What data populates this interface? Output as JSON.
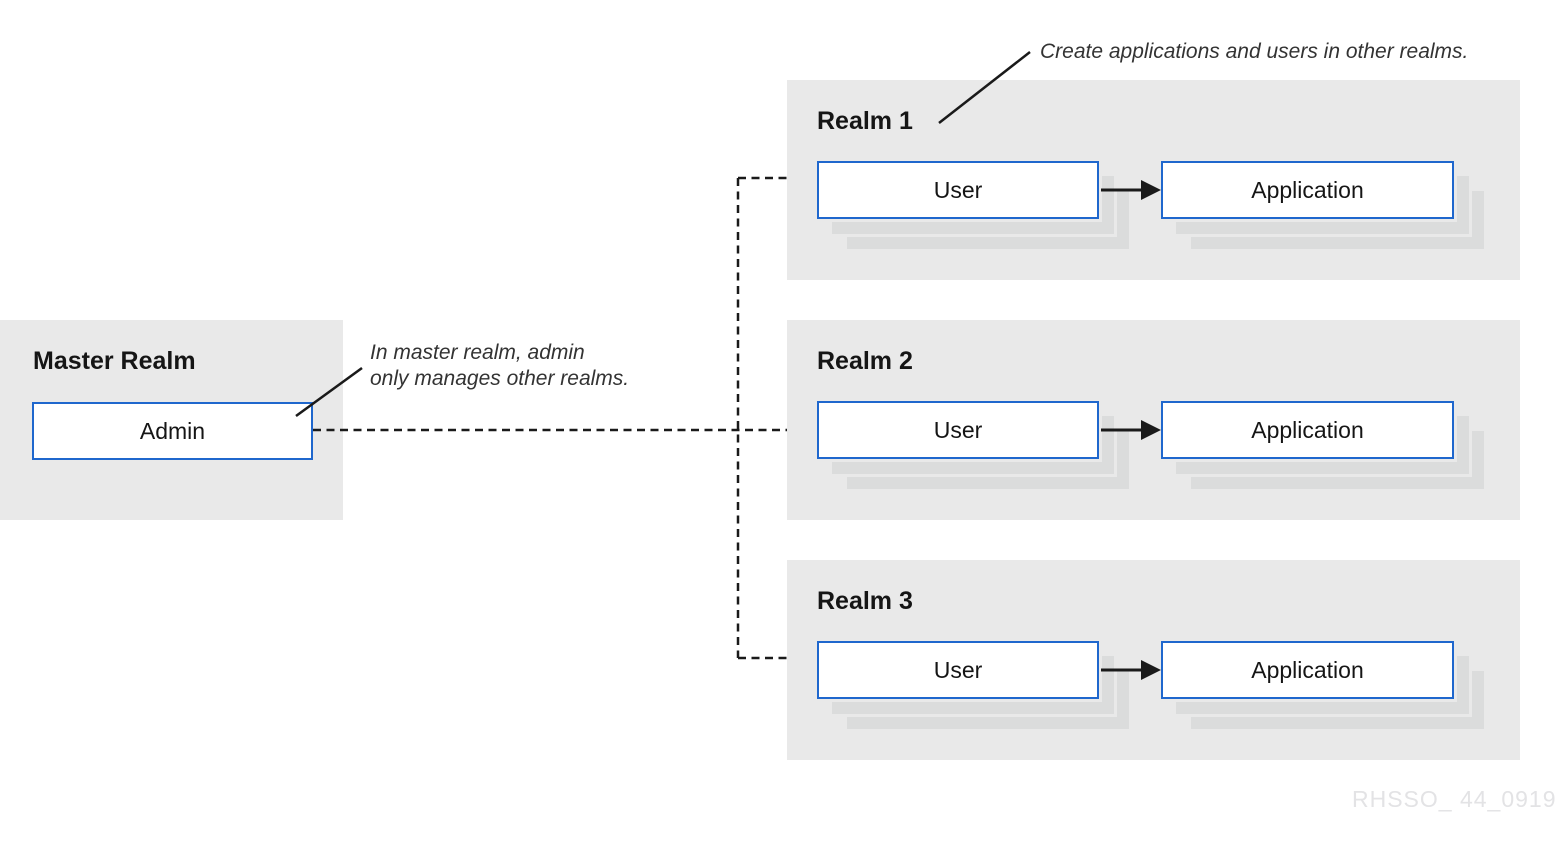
{
  "diagram": {
    "master": {
      "title": "Master Realm",
      "box_label": "Admin"
    },
    "realms": [
      {
        "title": "Realm 1",
        "user_label": "User",
        "app_label": "Application"
      },
      {
        "title": "Realm 2",
        "user_label": "User",
        "app_label": "Application"
      },
      {
        "title": "Realm 3",
        "user_label": "User",
        "app_label": "Application"
      }
    ],
    "annotations": {
      "realms_note": "Create applications and users in other realms.",
      "master_note_line1": "In master realm, admin",
      "master_note_line2": "only manages other realms."
    },
    "watermark": "RHSSO_ 44_0919",
    "colors": {
      "panel_bg": "#e9e9e9",
      "node_border_blue": "#1f67cd",
      "node_bg": "#ffffff",
      "node_shadow": "#dbdcdc",
      "connector_black": "#1a1a1a",
      "title_text": "#151515",
      "annotation_text": "#333333",
      "watermark_text": "#e3e3e5"
    }
  }
}
